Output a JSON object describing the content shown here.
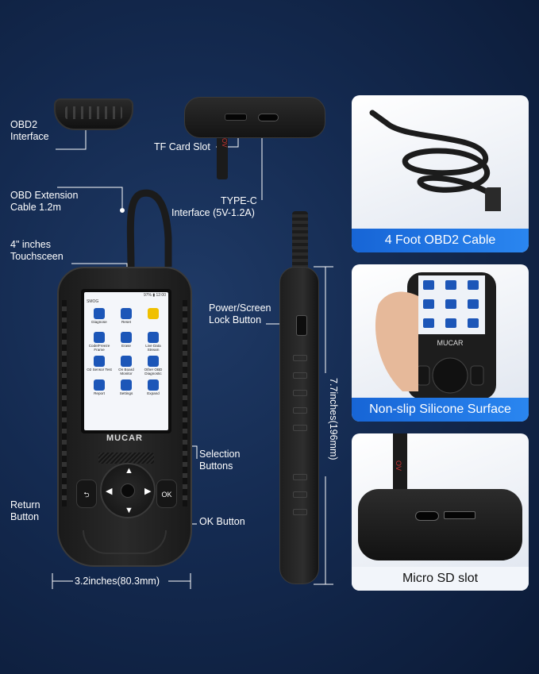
{
  "labels": {
    "obd2_interface": [
      "OBD2",
      "Interface"
    ],
    "tf_card_slot": "TF Card Slot",
    "type_c": [
      "TYPE-C",
      "Interface (5V-1.2A)"
    ],
    "obd_extension": [
      "OBD Extension",
      "Cable 1.2m"
    ],
    "touchscreen": [
      "4\" inches",
      "Touchsceen"
    ],
    "power_screen": [
      "Power/Screen",
      "Lock Button"
    ],
    "selection_buttons": [
      "Selection",
      "Buttons"
    ],
    "return_button": [
      "Return",
      "Button"
    ],
    "ok_button": "OK Button",
    "width_dim": "3.2inches(80.3mm)",
    "height_dim": "7.7inches(196mm)"
  },
  "screen": {
    "status": "97% ▮ 12:00",
    "smog": "SMOG",
    "apps": [
      {
        "label": "Diagnose",
        "icon": "diagnose-icon"
      },
      {
        "label": "Reset",
        "icon": "reset-icon"
      },
      {
        "label": "",
        "icon": "new-icon"
      },
      {
        "label": "Code/Freeze Frame",
        "icon": "code-freeze-icon"
      },
      {
        "label": "Erase",
        "icon": "erase-icon"
      },
      {
        "label": "Live Data Stream",
        "icon": "live-data-icon"
      },
      {
        "label": "O2 Sensor Test",
        "icon": "o2-sensor-icon"
      },
      {
        "label": "On Board Monitor",
        "icon": "onboard-monitor-icon"
      },
      {
        "label": "Other OBD Diagnostic",
        "icon": "other-obd-icon"
      },
      {
        "label": "Report",
        "icon": "report-icon"
      },
      {
        "label": "Settings",
        "icon": "settings-icon"
      },
      {
        "label": "Expand",
        "icon": "expand-icon"
      }
    ],
    "brand": "MUCAR"
  },
  "device": {
    "return_glyph": "⮌",
    "ok_glyph": "OK",
    "up": "▲",
    "down": "▼",
    "left": "◀",
    "right": "▶"
  },
  "panels": {
    "cable": "4 Foot OBD2 Cable",
    "silicone": "Non-slip Silicone Surface",
    "sd": "Micro SD slot"
  },
  "colors": {
    "background": "#142a50",
    "accent_blue": "#1765d6"
  }
}
